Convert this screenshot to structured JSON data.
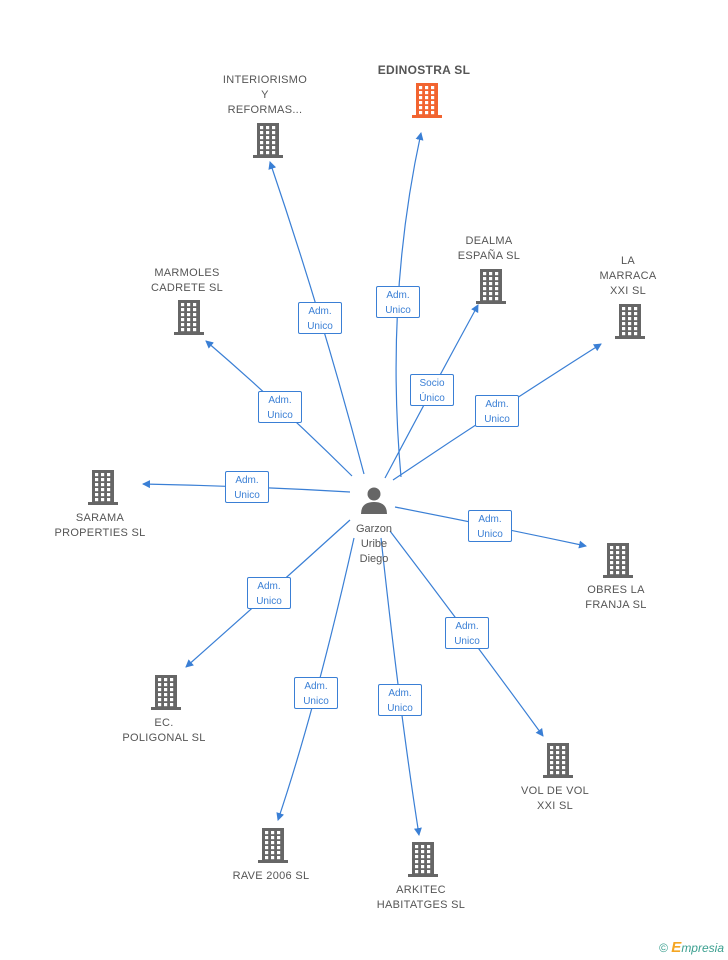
{
  "center": {
    "label": "Garzon\nUribe\nDiego"
  },
  "companies": [
    {
      "id": "edinostra",
      "label": "EDINOSTRA SL",
      "highlight": true
    },
    {
      "id": "interiorismo",
      "label": "INTERIORISMO\nY\nREFORMAS..."
    },
    {
      "id": "dealma",
      "label": "DEALMA\nESPAÑA SL"
    },
    {
      "id": "marraca",
      "label": "LA\nMARRACA\nXXI SL"
    },
    {
      "id": "marmoles",
      "label": "MARMOLES\nCADRETE SL"
    },
    {
      "id": "sarama",
      "label": "SARAMA\nPROPERTIES SL"
    },
    {
      "id": "obres",
      "label": "OBRES LA\nFRANJA SL"
    },
    {
      "id": "ec",
      "label": "EC.\nPOLIGONAL SL"
    },
    {
      "id": "rave",
      "label": "RAVE 2006 SL"
    },
    {
      "id": "arkitec",
      "label": "ARKITEC\nHABITATGES SL"
    },
    {
      "id": "voldevol",
      "label": "VOL DE VOL\nXXI SL"
    }
  ],
  "relations": [
    {
      "to": "edinostra",
      "label": "Adm.\nUnico"
    },
    {
      "to": "interiorismo",
      "label": "Adm.\nUnico"
    },
    {
      "to": "dealma",
      "label": "Socio\nÚnico"
    },
    {
      "to": "marraca",
      "label": "Adm.\nUnico"
    },
    {
      "to": "marmoles",
      "label": "Adm.\nUnico"
    },
    {
      "to": "sarama",
      "label": "Adm.\nUnico"
    },
    {
      "to": "obres",
      "label": "Adm.\nUnico"
    },
    {
      "to": "ec",
      "label": "Adm.\nUnico"
    },
    {
      "to": "rave",
      "label": "Adm.\nUnico"
    },
    {
      "to": "arkitec",
      "label": "Adm.\nUnico"
    },
    {
      "to": "voldevol",
      "label": "Adm.\nUnico"
    }
  ],
  "colors": {
    "edge": "#3a7fd5",
    "building": "#666666",
    "highlight": "#f26430",
    "person": "#666666"
  },
  "footer": {
    "copyright": "©",
    "brand_initial": "E",
    "brand_rest": "mpresia"
  }
}
